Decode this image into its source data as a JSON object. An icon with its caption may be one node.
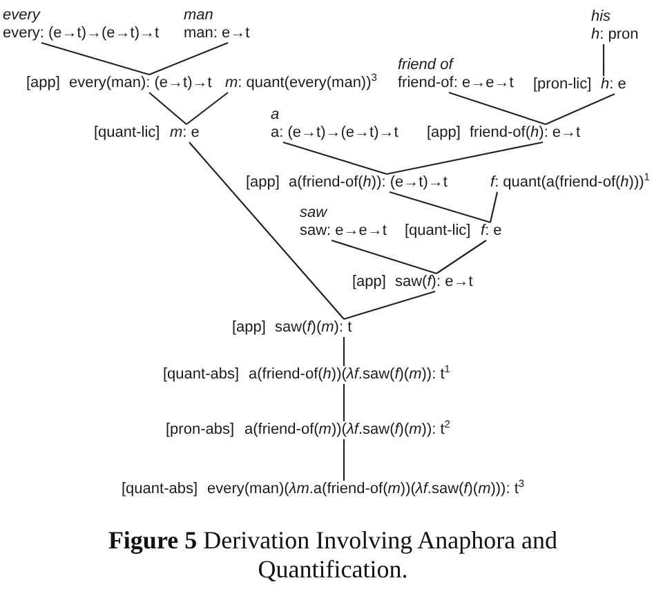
{
  "diagram": {
    "caption": "**Figure 5** Derivation Involving Anaphora and Quantification.",
    "nodes": [
      {
        "text": [
          "every",
          "every: (e→t)→(e→t)→t"
        ]
      },
      {
        "text": [
          "man",
          "man: e→t"
        ]
      },
      {
        "text": [
          "his",
          "*h*: pron"
        ]
      },
      {
        "text": [
          "every(man): (e→t)→t"
        ],
        "beside": [
          "[app]"
        ]
      },
      {
        "text": [
          "*m*: quant(every(man))$^{3}$"
        ]
      },
      {
        "text": [
          "friend of",
          "friend-of: e→e→t"
        ]
      },
      {
        "text": [
          "*h*: e"
        ],
        "beside": [
          "[pron-lic]"
        ]
      },
      {
        "text": [
          "*m*: e"
        ],
        "beside": [
          "[quant-lic]"
        ]
      },
      {
        "text": [
          "a",
          "a: (e→t)→(e→t)→t"
        ]
      },
      {
        "text": [
          "friend-of(*h*): e→t"
        ],
        "beside": [
          "[app]"
        ]
      },
      {
        "text": [
          "a(friend-of(*h*)): (e→t)→t"
        ],
        "beside": [
          "[app]"
        ]
      },
      {
        "text": [
          "*f*: quant(a(friend-of(*h*)))$^{1}$"
        ]
      },
      {
        "text": [
          "saw",
          "saw: e→e→t"
        ]
      },
      {
        "text": [
          "*f*: e"
        ],
        "beside": [
          "[quant-lic]"
        ]
      },
      {
        "text": [
          "saw(*f*): e→t"
        ],
        "beside": [
          "[app]"
        ]
      },
      {
        "text": [
          "saw(*f*)(*m*): t"
        ],
        "beside": [
          "[app]"
        ]
      },
      {
        "text": [
          "a(friend-of(*h*))(*λf*.saw(*f*)(*m*)): t$^{1}$"
        ],
        "beside": [
          "[quant-abs]"
        ]
      },
      {
        "text": [
          "a(friend-of(*m*))(*λf*.saw(*f*)(*m*)): t$^{2}$"
        ],
        "beside": [
          "[pron-abs]"
        ]
      },
      {
        "text": [
          "every(man)(*λm*.a(friend-of(*m*))(*λf*.saw(*f*)(*m*))): t$^{3}$"
        ],
        "beside": [
          "[quant-abs]"
        ]
      }
    ],
    "edges": [
      {
        "from": 0,
        "to": 3,
        "arrow": "none"
      },
      {
        "from": 1,
        "to": 3,
        "arrow": "none"
      },
      {
        "from": 3,
        "to": 7,
        "arrow": "none"
      },
      {
        "from": 4,
        "to": 7,
        "arrow": "none"
      },
      {
        "from": 7,
        "to": 15,
        "arrow": "none"
      },
      {
        "from": 2,
        "to": 6,
        "arrow": "none"
      },
      {
        "from": 5,
        "to": 9,
        "arrow": "none"
      },
      {
        "from": 6,
        "to": 9,
        "arrow": "none"
      },
      {
        "from": 8,
        "to": 10,
        "arrow": "none"
      },
      {
        "from": 9,
        "to": 10,
        "arrow": "none"
      },
      {
        "from": 10,
        "to": 13,
        "arrow": "none"
      },
      {
        "from": 11,
        "to": 13,
        "arrow": "none"
      },
      {
        "from": 12,
        "to": 14,
        "arrow": "none"
      },
      {
        "from": 13,
        "to": 14,
        "arrow": "none"
      },
      {
        "from": 14,
        "to": 15,
        "arrow": "none"
      },
      {
        "from": 15,
        "to": 16,
        "arrow": "none"
      },
      {
        "from": 16,
        "to": 17,
        "arrow": "none"
      },
      {
        "from": 17,
        "to": 18,
        "arrow": "none"
      }
    ]
  }
}
